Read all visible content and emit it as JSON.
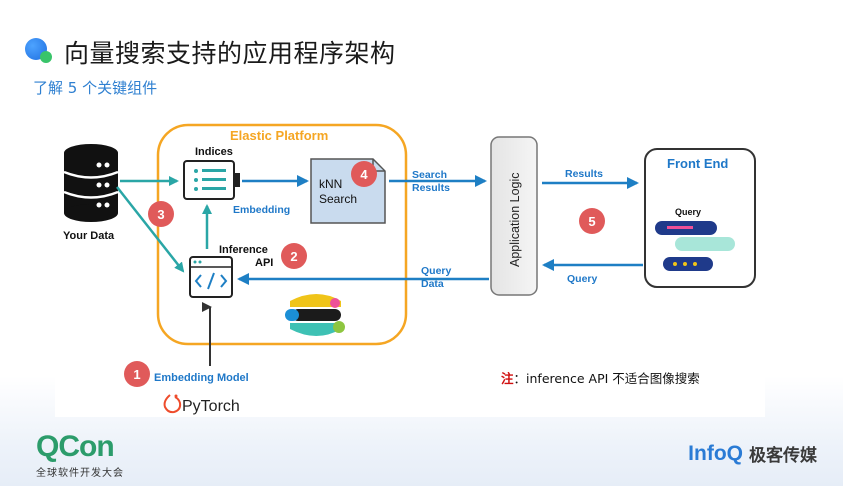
{
  "slide": {
    "title": "向量搜索支持的应用程序架构",
    "subtitle": "了解 5 个关键组件"
  },
  "diagram": {
    "platform_label": "Elastic Platform",
    "your_data": "Your Data",
    "indices": "Indices",
    "embedding": "Embedding",
    "knn_line1": "kNN",
    "knn_line2": "Search",
    "inference_line1": "Inference",
    "inference_line2": "API",
    "search_results_line1": "Search",
    "search_results_line2": "Results",
    "app_logic": "Application Logic",
    "results": "Results",
    "front_end": "Front End",
    "query": "Query",
    "query_small": "Query",
    "query_data_line1": "Query",
    "query_data_line2": "Data",
    "embedding_model": "Embedding Model",
    "pytorch": "PyTorch",
    "badges": [
      "1",
      "2",
      "3",
      "4",
      "5"
    ],
    "note_label": "注",
    "note_colon": "：",
    "note_text": "inference API 不适合图像搜索"
  },
  "colors": {
    "platform_orange": "#f5a623",
    "arrow_teal": "#2aa6a6",
    "arrow_blue": "#1e7fc4",
    "badge_red": "#e05a5a",
    "label_blue": "#1f78c8",
    "note_red": "#d01010"
  },
  "footer": {
    "qcon": "QCon",
    "qcon_sub": "全球软件开发大会",
    "infoq": "InfoQ",
    "infoq_cn": "极客传媒"
  }
}
